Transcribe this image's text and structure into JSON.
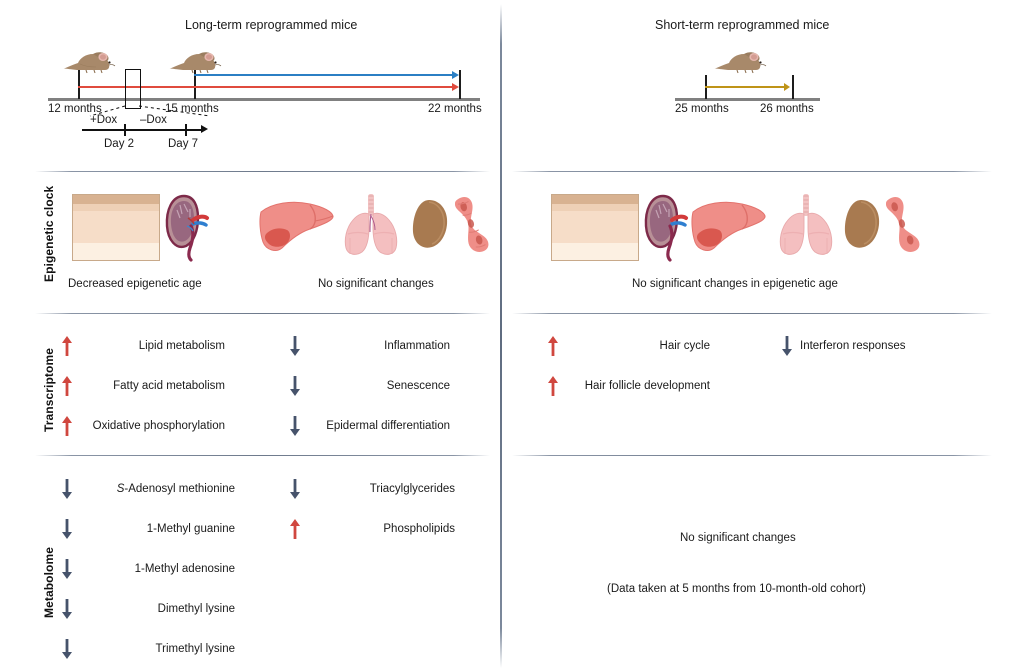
{
  "panels": {
    "left": {
      "title": "Long-term reprogrammed mice"
    },
    "right": {
      "title": "Short-term reprogrammed mice"
    }
  },
  "row_labels": {
    "epigenetic_clock": "Epigenetic clock",
    "transcriptome": "Transcriptome",
    "metabolome": "Metabolome"
  },
  "timeline_left": {
    "ticks": [
      "12 months",
      "15 months",
      "22 months"
    ],
    "sub_timeline": {
      "dox_on": "+Dox",
      "dox_off": "–Dox",
      "day2": "Day 2",
      "day7": "Day 7"
    },
    "line_colors": {
      "blue": "#2b7fc4",
      "red": "#e04b3e"
    }
  },
  "timeline_right": {
    "ticks": [
      "25 months",
      "26 months"
    ],
    "line_colors": {
      "gold": "#bf9418"
    }
  },
  "epigenetic_clock": {
    "left": {
      "group_a_caption": "Decreased epigenetic age",
      "group_a_organs": [
        "skin-illustration",
        "kidney-illustration"
      ],
      "group_b_caption": "No significant changes",
      "group_b_organs": [
        "liver-illustration",
        "lungs-illustration",
        "spleen-illustration",
        "muscle-illustration"
      ]
    },
    "right": {
      "caption": "No significant changes in epigenetic age",
      "organs": [
        "skin-illustration",
        "kidney-illustration",
        "liver-illustration",
        "lungs-illustration",
        "spleen-illustration",
        "muscle-illustration"
      ]
    }
  },
  "transcriptome": {
    "left_up": [
      {
        "dir": "up",
        "label": "Lipid metabolism"
      },
      {
        "dir": "up",
        "label": "Fatty acid metabolism"
      },
      {
        "dir": "up",
        "label": "Oxidative phosphorylation"
      }
    ],
    "left_down": [
      {
        "dir": "down",
        "label": "Inflammation"
      },
      {
        "dir": "down",
        "label": "Senescence"
      },
      {
        "dir": "down",
        "label": "Epidermal differentiation"
      }
    ],
    "right_up": [
      {
        "dir": "up",
        "label": "Hair cycle"
      },
      {
        "dir": "up",
        "label": "Hair follicle development"
      }
    ],
    "right_down": [
      {
        "dir": "down",
        "label": "Interferon responses"
      }
    ]
  },
  "metabolome": {
    "left_col1": [
      {
        "dir": "down",
        "label_italic": "S",
        "label": "-Adenosyl methionine"
      },
      {
        "dir": "down",
        "label_italic": "",
        "label": "1-Methyl guanine"
      },
      {
        "dir": "down",
        "label_italic": "",
        "label": "1-Methyl adenosine"
      },
      {
        "dir": "down",
        "label_italic": "",
        "label": "Dimethyl lysine"
      },
      {
        "dir": "down",
        "label_italic": "",
        "label": "Trimethyl lysine"
      }
    ],
    "left_col2": [
      {
        "dir": "down",
        "label": "Triacylglycerides"
      },
      {
        "dir": "up",
        "label": "Phospholipids"
      }
    ],
    "right": {
      "main": "No significant changes",
      "note": "(Data taken at 5 months from 10-month-old cohort)"
    }
  },
  "colors": {
    "up_arrow": "#d0473f",
    "down_arrow": "#46536b",
    "divider": "#6e7a8c"
  }
}
